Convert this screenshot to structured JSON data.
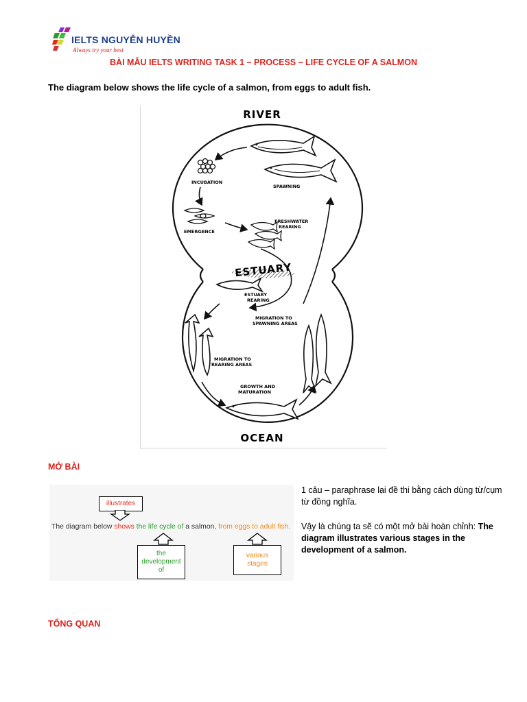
{
  "logo": {
    "name": "IELTS NGUYỄN HUYỀN",
    "tagline": "Always try your best",
    "colors": {
      "name": "#1d3f8f",
      "tagline": "#d01c1c"
    }
  },
  "headline": "BÀI MẪU IELTS WRITING TASK 1 – PROCESS – LIFE CYCLE OF A SALMON",
  "prompt": "The diagram below shows the life cycle of a salmon, from eggs to adult fish.",
  "diagram": {
    "river": "RIVER",
    "ocean": "OCEAN",
    "estuary": "ESTUARY",
    "incubation": "INCUBATION",
    "spawning": "SPAWNING",
    "emergence": "EMERGENCE",
    "freshwater_1": "FRESHWATER",
    "freshwater_2": "REARING",
    "estuary_rearing_1": "ESTUARY",
    "estuary_rearing_2": "REARING",
    "migration_spawn_1": "MIGRATION TO",
    "migration_spawn_2": "SPAWNING AREAS",
    "migration_rear_1": "MIGRATION TO",
    "migration_rear_2": "REARING AREAS",
    "growth_1": "GROWTH AND",
    "growth_2": "MATURATION"
  },
  "section_intro": "MỞ BÀI",
  "section_overview": "TỔNG QUAN",
  "paraphrase": {
    "box_illustrates": "illustrates",
    "box_development": [
      "the",
      "development",
      "of"
    ],
    "box_stages": [
      "various",
      "stages"
    ],
    "sentence": {
      "p1": "The diagram below ",
      "p2": "shows",
      "p3": " the life cycle of",
      "p4": " a salmon, ",
      "p5": "from eggs to adult fish."
    },
    "colors": {
      "red": "#e53228",
      "green": "#2e9a2e",
      "orange": "#f08a1c"
    }
  },
  "notes": {
    "note1": "1 câu – paraphrase lại đề thi bằng cách dùng từ/cụm từ đồng nghĩa.",
    "note2_lead": "Vậy là chúng ta sẽ có một mở bài hoàn chỉnh: ",
    "note2_bold": "The diagram illustrates various stages in the development of a salmon."
  }
}
